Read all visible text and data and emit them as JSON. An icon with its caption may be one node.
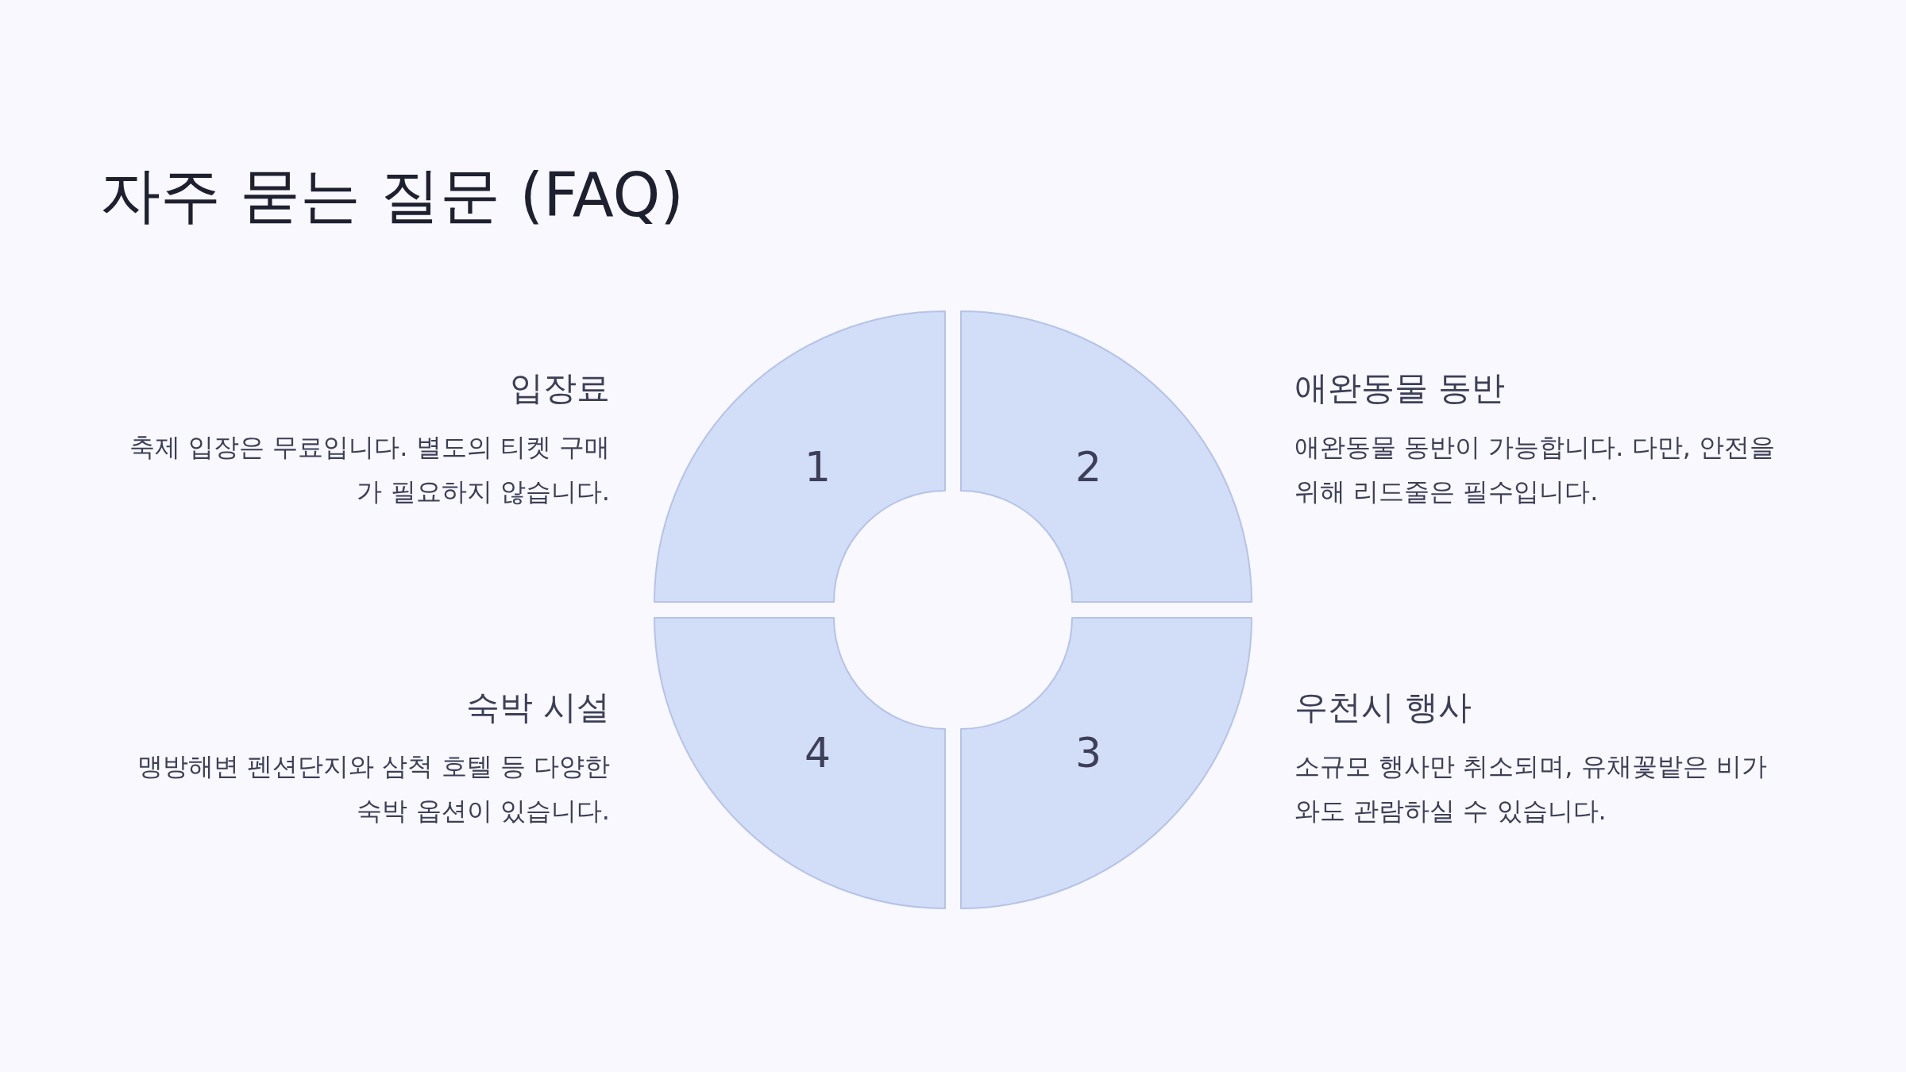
{
  "diagram": {
    "title": "자주 묻는 질문 (FAQ)",
    "nodes": [
      {
        "text": [
          "1"
        ],
        "beside": [
          "입장료",
          "축제 입장은 무료입니다. 별도의 티켓 구매가 필요하지 않습니다."
        ]
      },
      {
        "text": [
          "2"
        ],
        "beside": [
          "애완동물 동반",
          "애완동물 동반이 가능합니다. 다만, 안전을 위해 리드줄은 필수입니다."
        ]
      },
      {
        "text": [
          "4"
        ],
        "beside": [
          "숙박 시설",
          "맹방해변 펜션단지와 삼척 호텔 등 다양한 숙박 옵션이 있습니다."
        ]
      },
      {
        "text": [
          "3"
        ],
        "beside": [
          "우천시 행사",
          "소규모 행사만 취소되며, 유채꽃밭은 비가 와도 관람하실 수 있습니다."
        ]
      }
    ]
  }
}
